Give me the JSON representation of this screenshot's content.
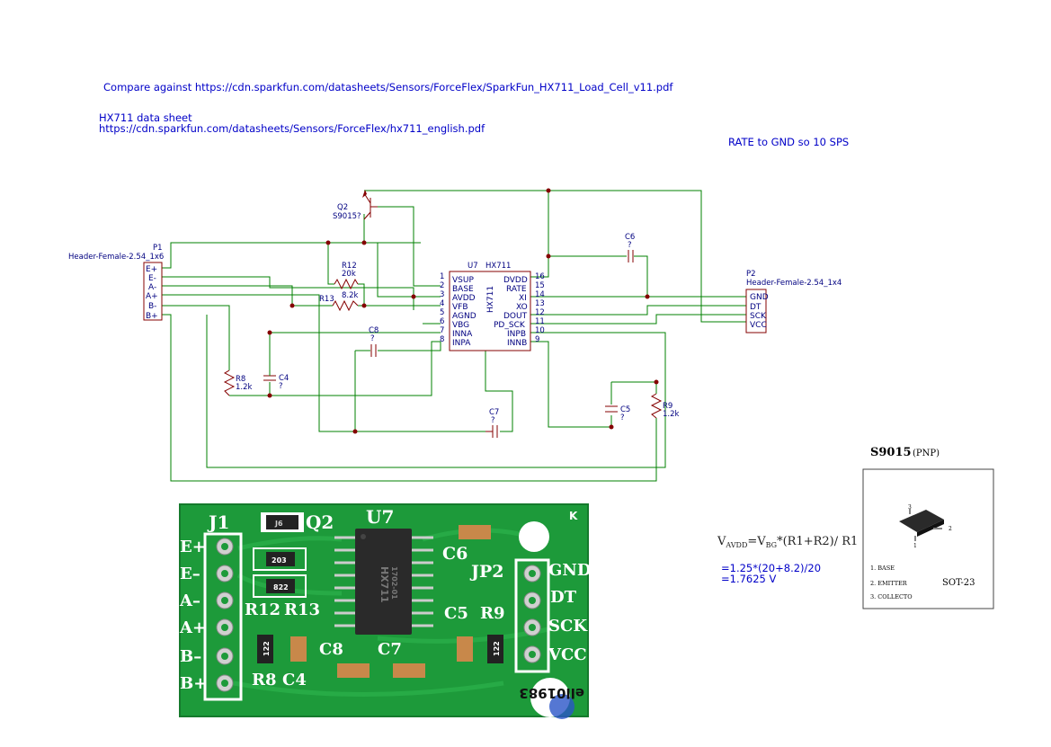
{
  "notes": {
    "compare": "Compare against https://cdn.sparkfun.com/datasheets/Sensors/ForceFlex/SparkFun_HX711_Load_Cell_v11.pdf",
    "datasheet_title": "HX711 data sheet",
    "datasheet_url": "https://cdn.sparkfun.com/datasheets/Sensors/ForceFlex/hx711_english.pdf",
    "rate": "RATE to GND so 10 SPS"
  },
  "p1": {
    "ref": "P1",
    "value": "Header-Female-2.54_1x6",
    "pins": [
      "E+",
      "E-",
      "A-",
      "A+",
      "B-",
      "B+"
    ]
  },
  "p2": {
    "ref": "P2",
    "value": "Header-Female-2.54_1x4",
    "pins": [
      "GND",
      "DT",
      "SCK",
      "VCC"
    ]
  },
  "q2": {
    "ref": "Q2",
    "value": "S9015?"
  },
  "u7": {
    "ref": "U7",
    "value": "HX711",
    "body_label": "HX711",
    "left_pins": [
      {
        "num": "1",
        "name": "VSUP"
      },
      {
        "num": "2",
        "name": "BASE"
      },
      {
        "num": "3",
        "name": "AVDD"
      },
      {
        "num": "4",
        "name": "VFB"
      },
      {
        "num": "5",
        "name": "AGND"
      },
      {
        "num": "6",
        "name": "VBG"
      },
      {
        "num": "7",
        "name": "INNA"
      },
      {
        "num": "8",
        "name": "INPA"
      }
    ],
    "right_pins": [
      {
        "num": "16",
        "name": "DVDD"
      },
      {
        "num": "15",
        "name": "RATE"
      },
      {
        "num": "14",
        "name": "XI"
      },
      {
        "num": "13",
        "name": "XO"
      },
      {
        "num": "12",
        "name": "DOUT"
      },
      {
        "num": "11",
        "name": "PD_SCK"
      },
      {
        "num": "10",
        "name": "INPB"
      },
      {
        "num": "9",
        "name": "INNB"
      }
    ]
  },
  "parts": {
    "r12": {
      "ref": "R12",
      "value": "20k"
    },
    "r13": {
      "ref": "R13",
      "value": "8.2k"
    },
    "r8": {
      "ref": "R8",
      "value": "1.2k"
    },
    "r9": {
      "ref": "R9",
      "value": "1.2k"
    },
    "c4": {
      "ref": "C4",
      "value": "?"
    },
    "c5": {
      "ref": "C5",
      "value": "?"
    },
    "c6": {
      "ref": "C6",
      "value": "?"
    },
    "c7": {
      "ref": "C7",
      "value": "?"
    },
    "c8": {
      "ref": "C8",
      "value": "?"
    }
  },
  "formula": {
    "line1_v": "V",
    "line1_avdd": "AVDD",
    "line1_eq": "=V",
    "line1_bg": "BG",
    "line1_rest": "*(R1+R2)/  R1",
    "line2": "=1.25*(20+8.2)/20",
    "line3": "=1.7625 V"
  },
  "transistor_card": {
    "title": "S9015",
    "title_suffix": "(PNP)",
    "pin1": "1",
    "pin2": "2",
    "pin3": "3",
    "legend": [
      "1. BASE",
      "2. EMITTER",
      "3. COLLECTO"
    ],
    "package": "SOT-23"
  },
  "board_photo": {
    "header_left": "J1",
    "q2": "Q2",
    "u7": "U7",
    "k": "K",
    "left_pins": [
      "E+",
      "E–",
      "A–",
      "A+",
      "B–",
      "B+"
    ],
    "c6": "C6",
    "jp2": "JP2",
    "right_pins": [
      "GND",
      "DT",
      "SCK",
      "VCC"
    ],
    "r12": "R12",
    "r13": "R13",
    "c5": "C5",
    "r9": "R9",
    "c8": "C8",
    "c7": "C7",
    "r8": "R8",
    "c4": "C4",
    "chip_mark1": "HX711",
    "chip_mark2": "1702-01",
    "res_203": "203",
    "res_822": "822",
    "res_122a": "122",
    "res_122b": "122",
    "q_mark": "J6",
    "serial": "ell01983",
    "colors": {
      "board": "#1d9a3a",
      "silk": "#ffffff",
      "pad": "#c9c9c9"
    }
  }
}
